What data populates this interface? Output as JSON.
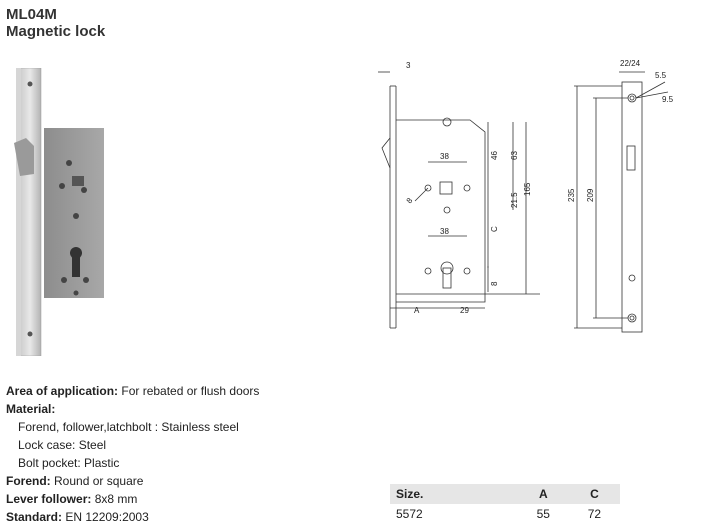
{
  "header": {
    "model": "ML04M",
    "name": "Magnetic lock"
  },
  "drawing": {
    "dims": [
      "3",
      "38",
      "46",
      "63",
      "21.5",
      "165",
      "8",
      "C",
      "38",
      "8",
      "A",
      "29",
      "22/24",
      "5.5",
      "9.5",
      "235",
      "209"
    ]
  },
  "specs": {
    "area_label": "Area of application:",
    "area_value": "For rebated or flush doors",
    "material_label": "Material:",
    "forend_follower_label": "Forend, follower,latchbolt :",
    "forend_follower_value": "Stainless steel",
    "lock_case_label": "Lock case:",
    "lock_case_value": "Steel",
    "bolt_pocket_label": "Bolt pocket:",
    "bolt_pocket_value": "Plastic",
    "forend_label": "Forend:",
    "forend_value": "Round or square",
    "lever_label": "Lever follower:",
    "lever_value": "8x8 mm",
    "standard_label": "Standard:",
    "standard_value": "EN 12209:2003"
  },
  "sizes": {
    "headers": [
      "Size.",
      "A",
      "C"
    ],
    "rows": [
      [
        "5572",
        "55",
        "72"
      ]
    ]
  }
}
